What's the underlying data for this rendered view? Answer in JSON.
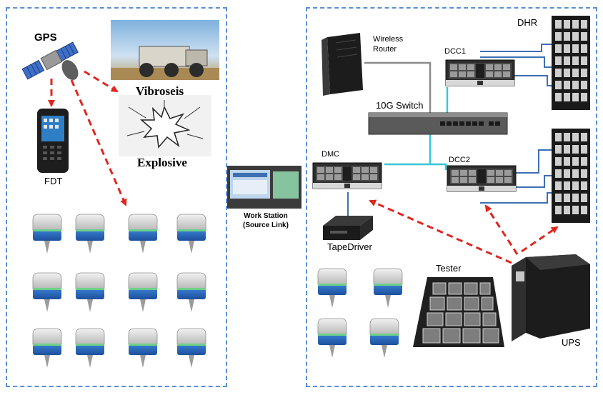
{
  "left": {
    "gps_label": "GPS",
    "vibroseis_label": "Vibroseis",
    "explosive_label": "Explosive",
    "fdt_label": "FDT"
  },
  "center": {
    "workstation_label_line1": "Work Station",
    "workstation_label_line2": "(Source Link)"
  },
  "right": {
    "wireless_router_line1": "Wireless",
    "wireless_router_line2": "Router",
    "dcc1_label": "DCC1",
    "dhr_label": "DHR",
    "switch_label": "10G Switch",
    "dmc_label": "DMC",
    "dcc2_label": "DCC2",
    "tapedriver_label": "TapeDriver",
    "tester_label": "Tester",
    "ups_label": "UPS"
  },
  "colors": {
    "panel_border": "#5b8fd6",
    "arrow": "#e0261f",
    "line_gray": "#8a8a8a",
    "line_cyan": "#36c6d8",
    "line_blue": "#3f6fb4",
    "node_blue": "#2a66c4"
  }
}
